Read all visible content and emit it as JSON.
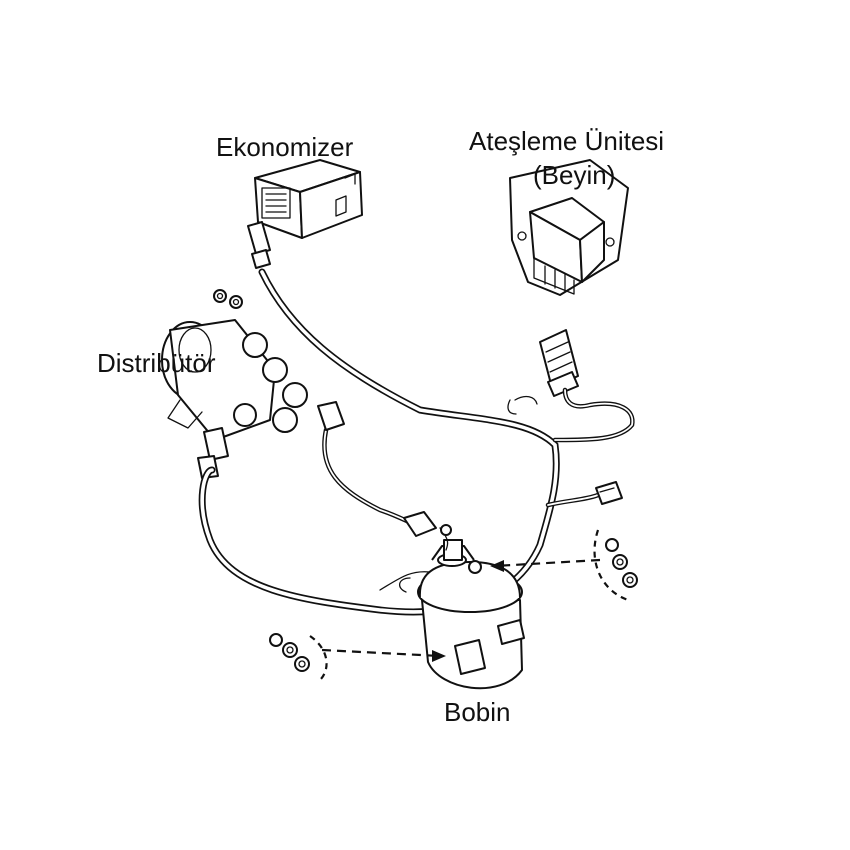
{
  "labels": {
    "ekonomizer": "Ekonomizer",
    "atesleme_line1": "Ateşleme Ünitesi",
    "atesleme_line2": "(Beyin)",
    "distributor": "Distribütör",
    "bobin": "Bobin"
  }
}
